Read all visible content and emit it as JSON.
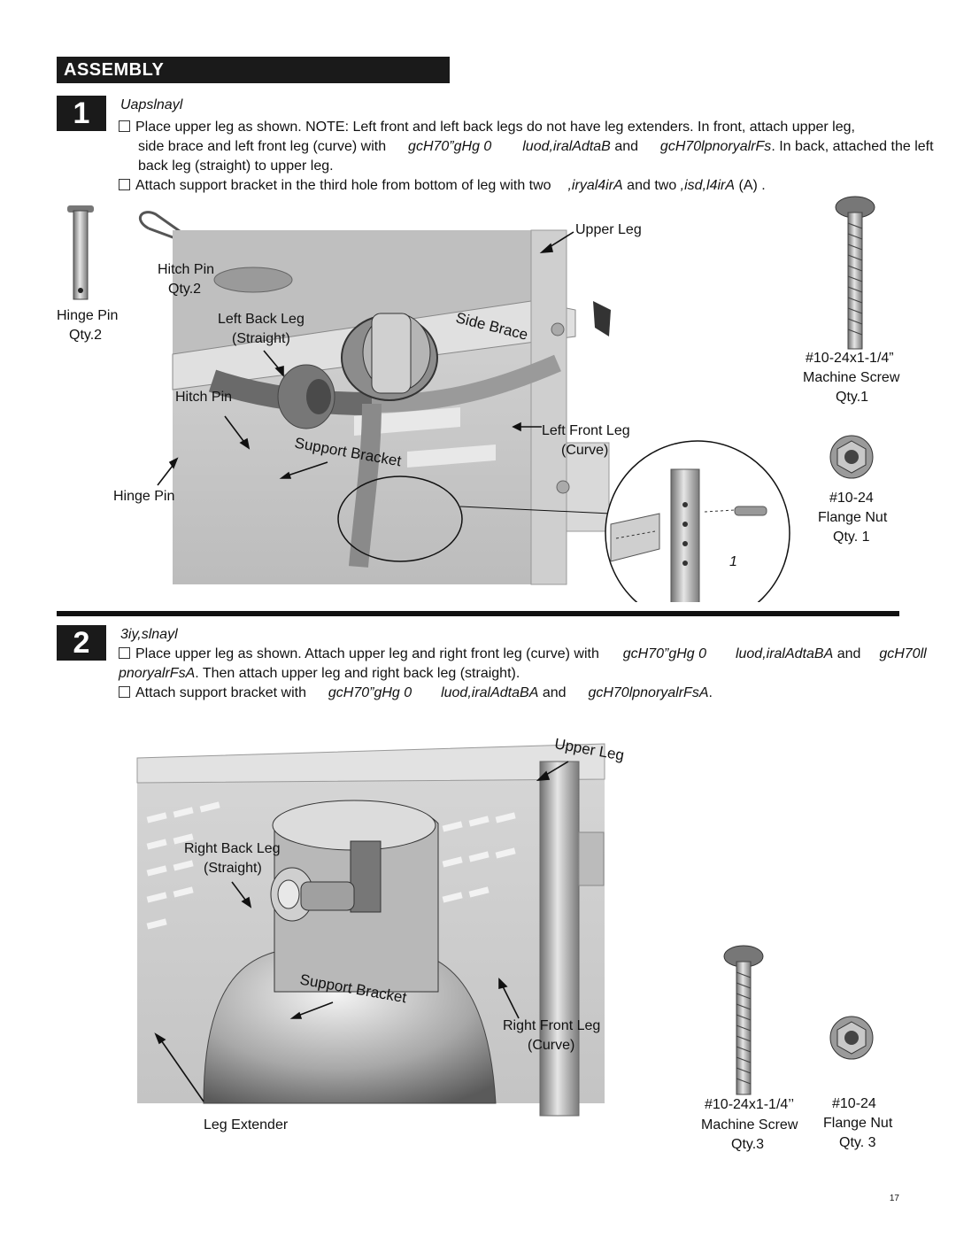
{
  "header": {
    "title": "ASSEMBLY",
    "page_number": "17"
  },
  "step1": {
    "number": "1",
    "subtitle": "Uapslnayl",
    "line1": "Place upper leg as shown. NOTE: Left front and left back legs do not have leg extenders. In front, attach upper leg,",
    "line2_a": "side brace and left front leg (curve) with",
    "line2_b": "gcH70”gHg   0",
    "line2_c": "luod,iralAdtaB",
    "line2_d": "and",
    "line2_e": "gcH70lpnoryalrFs",
    "line2_f": ". In back, attached the left",
    "line3": "back leg (straight) to upper leg.",
    "line4_a": "Attach support bracket in the third hole from bottom of leg with two",
    "line4_b": ",iryal4irA",
    "line4_c": "and two",
    "line4_d": ",isd,l4irA",
    "line4_e": "(A) .",
    "labels": {
      "hinge_pin_left": "Hinge Pin",
      "hinge_pin_qty": "Qty.2",
      "hitch_pin_top": "Hitch Pin",
      "hitch_pin_qty": "Qty.2",
      "left_back_leg": "Left Back Leg",
      "straight": "(Straight)",
      "hitch_pin": "Hitch Pin",
      "hinge_pin": "Hinge Pin",
      "support_bracket": "Support Bracket",
      "side_brace": "Side Brace",
      "upper_leg": "Upper Leg",
      "left_front_leg": "Left Front Leg",
      "curve": "(Curve)",
      "detail_num": "1",
      "screw_size": "#10-24x1-1/4”",
      "machine_screw": "Machine Screw",
      "screw_qty": "Qty.1",
      "nut_size": "#10-24",
      "flange_nut": "Flange Nut",
      "nut_qty": "Qty. 1"
    }
  },
  "step2": {
    "number": "2",
    "subtitle": "3iy,slnayl",
    "line1_a": "Place upper leg as shown. Attach upper leg and right front leg (curve) with",
    "line1_b": "gcH70”gHg   0",
    "line1_c": "luod,iralAdtaBA",
    "line1_d": "and",
    "line1_e": "gcH70ll",
    "line2_a": "pnoryalrFsA",
    "line2_b": ". Then attach upper leg and right back leg (straight).",
    "line3_a": "Attach support bracket with",
    "line3_b": "gcH70”gHg   0",
    "line3_c": "luod,iralAdtaBA",
    "line3_d": "and",
    "line3_e": "gcH70lpnoryalrFsA",
    "line3_f": ".",
    "labels": {
      "upper_leg": "Upper Leg",
      "right_back_leg": "Right Back Leg",
      "straight": "(Straight)",
      "support_bracket": "Support Bracket",
      "right_front_leg": "Right Front Leg",
      "curve": "(Curve)",
      "leg_extender": "Leg Extender",
      "screw_size": "#10-24x1-1/4’’",
      "machine_screw": "Machine Screw",
      "screw_qty": "Qty.3",
      "nut_size": "#10-24",
      "flange_nut": "Flange Nut",
      "nut_qty": "Qty. 3"
    }
  }
}
